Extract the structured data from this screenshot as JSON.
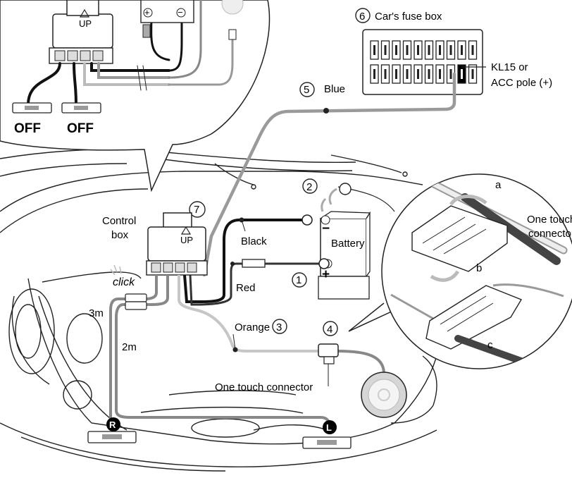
{
  "inset_top": {
    "off_left": "OFF",
    "off_right": "OFF",
    "box_up": "UP",
    "plus_sign": "+",
    "minus_sign": "−"
  },
  "fuse_box": {
    "number": "6",
    "title": "Car's fuse box",
    "pole_line1": "KL15 or",
    "pole_line2": "ACC pole (+)"
  },
  "blue_wire": {
    "number": "5",
    "label": "Blue"
  },
  "battery": {
    "number": "2",
    "label": "Battery",
    "plus": "+",
    "minus": "−",
    "terminal_number": "1",
    "black_label": "Black",
    "red_label": "Red"
  },
  "control_box": {
    "number": "7",
    "line1": "Control",
    "line2": "box",
    "up": "UP",
    "click": "click"
  },
  "lengths": {
    "left": "3m",
    "right": "2m"
  },
  "orange_wire": {
    "label": "Orange",
    "number": "3"
  },
  "connector": {
    "number": "4",
    "label": "One touch connector"
  },
  "lamps": {
    "right": "R",
    "left": "L"
  },
  "inset_right": {
    "a": "a",
    "b": "b",
    "c": "c",
    "title_line1": "One touch",
    "title_line2": "connector"
  }
}
